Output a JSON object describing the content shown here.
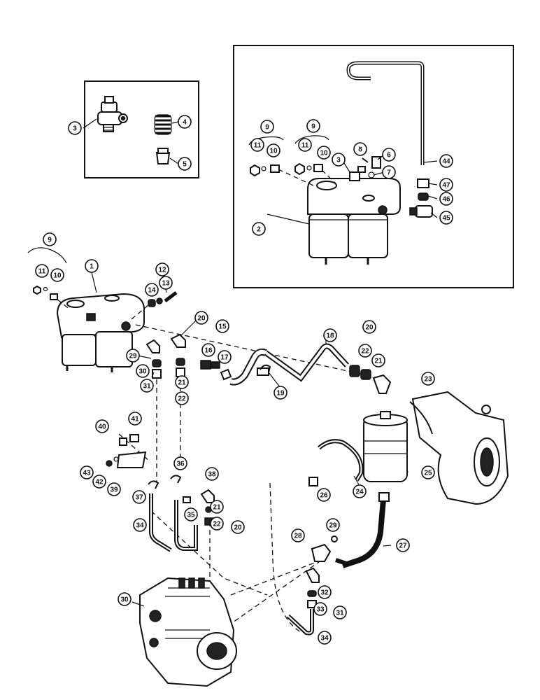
{
  "callouts": [
    {
      "id": "c3-inset",
      "label": "3"
    },
    {
      "id": "c4",
      "label": "4"
    },
    {
      "id": "c5",
      "label": "5"
    },
    {
      "id": "c9-a",
      "label": "9"
    },
    {
      "id": "c9-b",
      "label": "9"
    },
    {
      "id": "c11-a",
      "label": "11"
    },
    {
      "id": "c10-a",
      "label": "10"
    },
    {
      "id": "c11-b",
      "label": "11"
    },
    {
      "id": "c10-b",
      "label": "10"
    },
    {
      "id": "c3-b",
      "label": "3"
    },
    {
      "id": "c8",
      "label": "8"
    },
    {
      "id": "c6",
      "label": "6"
    },
    {
      "id": "c7",
      "label": "7"
    },
    {
      "id": "c44",
      "label": "44"
    },
    {
      "id": "c47",
      "label": "47"
    },
    {
      "id": "c46",
      "label": "46"
    },
    {
      "id": "c45",
      "label": "45"
    },
    {
      "id": "c2",
      "label": "2"
    },
    {
      "id": "c9-c",
      "label": "9"
    },
    {
      "id": "c11-c",
      "label": "11"
    },
    {
      "id": "c10-c",
      "label": "10"
    },
    {
      "id": "c1",
      "label": "1"
    },
    {
      "id": "c12",
      "label": "12"
    },
    {
      "id": "c14",
      "label": "14"
    },
    {
      "id": "c13",
      "label": "13"
    },
    {
      "id": "c20-a",
      "label": "20"
    },
    {
      "id": "c15",
      "label": "15"
    },
    {
      "id": "c16",
      "label": "16"
    },
    {
      "id": "c17",
      "label": "17"
    },
    {
      "id": "c18",
      "label": "18"
    },
    {
      "id": "c20-b",
      "label": "20"
    },
    {
      "id": "c22-a",
      "label": "22"
    },
    {
      "id": "c21-a",
      "label": "21"
    },
    {
      "id": "c29-a",
      "label": "29"
    },
    {
      "id": "c30-a",
      "label": "30"
    },
    {
      "id": "c31-a",
      "label": "31"
    },
    {
      "id": "c21-b",
      "label": "21"
    },
    {
      "id": "c22-b",
      "label": "22"
    },
    {
      "id": "c19",
      "label": "19"
    },
    {
      "id": "c23",
      "label": "23"
    },
    {
      "id": "c40",
      "label": "40"
    },
    {
      "id": "c41",
      "label": "41"
    },
    {
      "id": "c43",
      "label": "43"
    },
    {
      "id": "c42",
      "label": "42"
    },
    {
      "id": "c39",
      "label": "39"
    },
    {
      "id": "c36",
      "label": "36"
    },
    {
      "id": "c38",
      "label": "38"
    },
    {
      "id": "c37",
      "label": "37"
    },
    {
      "id": "c21-c",
      "label": "21"
    },
    {
      "id": "c22-c",
      "label": "22"
    },
    {
      "id": "c35",
      "label": "35"
    },
    {
      "id": "c20-c",
      "label": "20"
    },
    {
      "id": "c34-a",
      "label": "34"
    },
    {
      "id": "c25",
      "label": "25"
    },
    {
      "id": "c24",
      "label": "24"
    },
    {
      "id": "c26",
      "label": "26"
    },
    {
      "id": "c27",
      "label": "27"
    },
    {
      "id": "c28",
      "label": "28"
    },
    {
      "id": "c29-b",
      "label": "29"
    },
    {
      "id": "c30-b",
      "label": "30"
    },
    {
      "id": "c32",
      "label": "32"
    },
    {
      "id": "c33",
      "label": "33"
    },
    {
      "id": "c31-b",
      "label": "31"
    },
    {
      "id": "c34-b",
      "label": "34"
    }
  ]
}
